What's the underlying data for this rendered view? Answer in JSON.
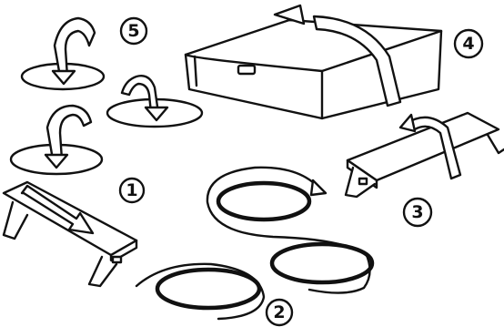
{
  "steps": [
    {
      "number": "1"
    },
    {
      "number": "2"
    },
    {
      "number": "3"
    },
    {
      "number": "4"
    },
    {
      "number": "5"
    }
  ],
  "colors": {
    "ink": "#111111",
    "background": "#ffffff"
  }
}
